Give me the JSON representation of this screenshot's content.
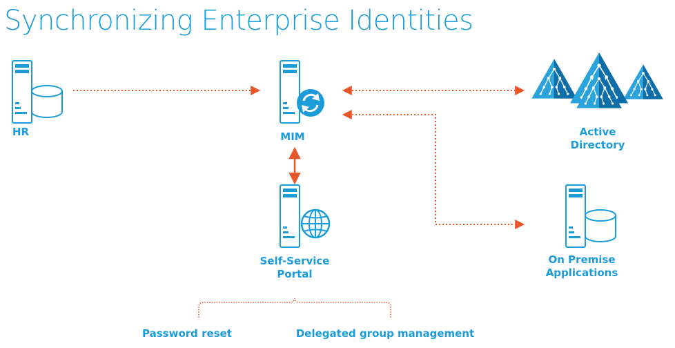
{
  "title": "Synchronizing Enterprise Identities",
  "nodes": {
    "hr": {
      "label": "HR",
      "icon": "server-database-icon"
    },
    "mim": {
      "label": "MIM",
      "icon": "server-sync-icon"
    },
    "active_directory": {
      "label_line1": "Active",
      "label_line2": "Directory",
      "icon": "active-directory-pyramids-icon"
    },
    "portal": {
      "label_line1": "Self-Service",
      "label_line2": "Portal",
      "icon": "server-globe-icon"
    },
    "on_premise": {
      "label_line1": "On Premise",
      "label_line2": "Applications",
      "icon": "server-database-icon"
    }
  },
  "features": {
    "password_reset": "Password reset",
    "delegated_groups": "Delegated group management"
  },
  "colors": {
    "accent": "#1b9bd8",
    "connector": "#e8562a",
    "icon_fill": "#ffffff",
    "ad_dark": "#0f6da8",
    "ad_light": "#2aa3dd"
  }
}
